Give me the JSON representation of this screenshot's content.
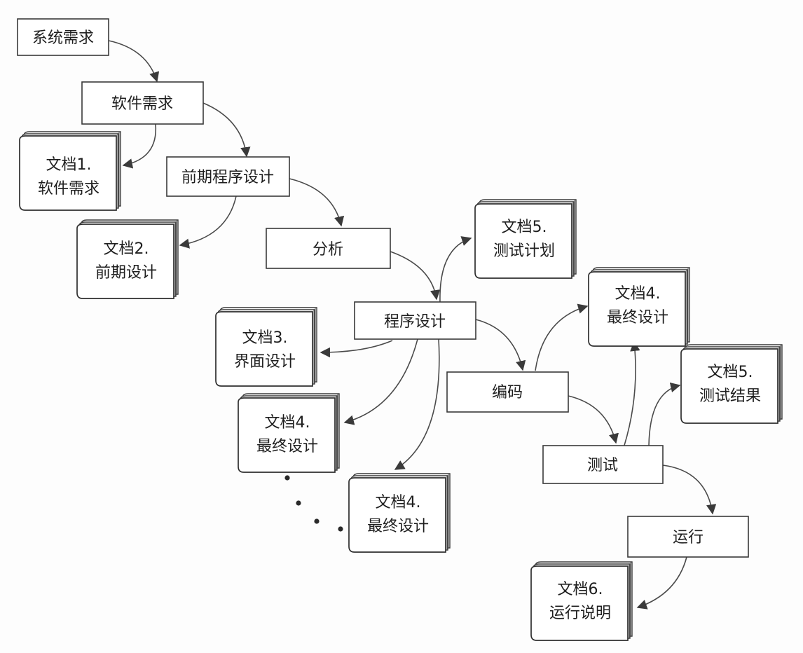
{
  "process_steps": {
    "system_requirements": "系统需求",
    "software_requirements": "软件需求",
    "preliminary_design": "前期程序设计",
    "analysis": "分析",
    "program_design": "程序设计",
    "coding": "编码",
    "testing": "测试",
    "operation": "运行"
  },
  "documents": {
    "doc1": {
      "line1": "文档1.",
      "line2": "软件需求"
    },
    "doc2": {
      "line1": "文档2.",
      "line2": "前期设计"
    },
    "doc3": {
      "line1": "文档3.",
      "line2": "界面设计"
    },
    "doc4a": {
      "line1": "文档4.",
      "line2": "最终设计"
    },
    "doc4b": {
      "line1": "文档4.",
      "line2": "最终设计"
    },
    "doc4c": {
      "line1": "文档4.",
      "line2": "最终设计"
    },
    "doc5a": {
      "line1": "文档5.",
      "line2": "测试计划"
    },
    "doc5b": {
      "line1": "文档5.",
      "line2": "测试结果"
    },
    "doc6": {
      "line1": "文档6.",
      "line2": "运行说明"
    }
  }
}
